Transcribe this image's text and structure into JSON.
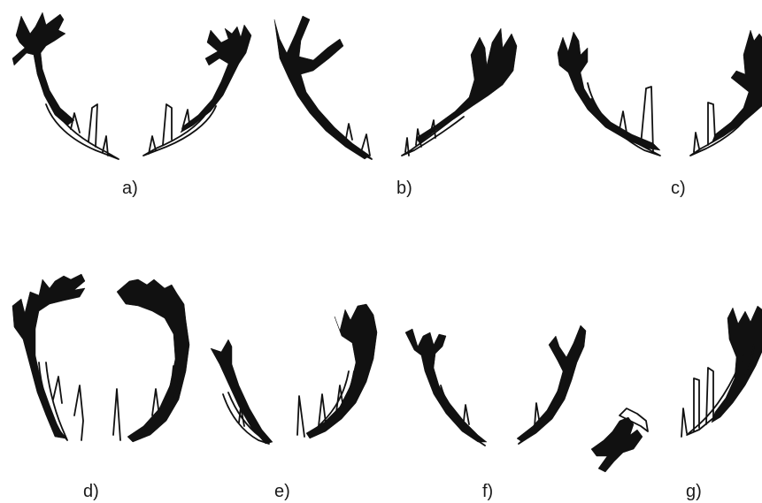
{
  "figure": {
    "panels": [
      {
        "id": "a",
        "label": "a)"
      },
      {
        "id": "b",
        "label": "b)"
      },
      {
        "id": "c",
        "label": "c)"
      },
      {
        "id": "d",
        "label": "d)"
      },
      {
        "id": "e",
        "label": "e)"
      },
      {
        "id": "f",
        "label": "f)"
      },
      {
        "id": "g",
        "label": "g)"
      }
    ],
    "colors": {
      "silhouette": "#111111",
      "outline": "#111111",
      "background": "#ffffff"
    }
  }
}
